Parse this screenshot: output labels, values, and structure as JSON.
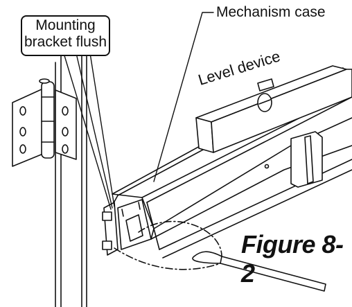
{
  "labels": {
    "mechanism_case": "Mechanism case",
    "mounting_bracket_line1": "Mounting",
    "mounting_bracket_line2": "bracket flush",
    "level_device": "Level device",
    "figure": "Figure 8-2"
  },
  "colors": {
    "line": "#111111",
    "background": "#ffffff"
  }
}
